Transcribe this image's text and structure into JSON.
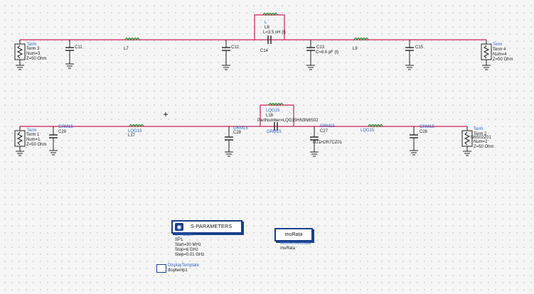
{
  "schematic": {
    "top_row": {
      "term_left": {
        "head": "Term",
        "name": "Term 3",
        "num": "Num=3",
        "z": "Z=50 Ohm"
      },
      "term_right": {
        "head": "Term",
        "name": "Term 4",
        "num": "Num=4",
        "z": "Z=50 Ohm"
      },
      "c11": "C11",
      "l7": "L7",
      "c12": "C12",
      "c14": "C14",
      "c15": "C15",
      "l8": {
        "head": "L",
        "name": "L8",
        "value": "L=3.5 nH {t}"
      },
      "c13": {
        "name": "C13",
        "value": "C=8.6 pF {t}"
      },
      "l9": "L9"
    },
    "bottom_row": {
      "term_left": {
        "head": "Term",
        "name": "Term 1",
        "num": "Num=1",
        "z": "Z=50 Ohm"
      },
      "term_right": {
        "head": "Term",
        "name": "Term 2",
        "num": "Num=2",
        "z": "Z=50 Ohm"
      },
      "c29": {
        "head": "GRM15",
        "name": "C29"
      },
      "l17": {
        "head": "LQG15",
        "name": "L17"
      },
      "c28": {
        "head": "GRM15",
        "name": "C28"
      },
      "l18": {
        "head": "LQG15",
        "name": "L18",
        "part": "PartNumber=LQG15HN3N6S02"
      },
      "grm_mid": "GRM15",
      "c27": {
        "head": "GRM15",
        "name": "C27",
        "part": "GJ1H2R7CZ01"
      },
      "l_right": {
        "head": "LQG15"
      },
      "c26": {
        "head": "GRM15",
        "name": "C26"
      },
      "term2_part": "N6S02Z01"
    },
    "sparams": {
      "title": "S-PARAMETERS",
      "head": "S_Param",
      "name": "SP1",
      "start": "Start=30 MHz",
      "stop": "Stop=6 GHz",
      "step": "Step=0.01 GHz"
    },
    "murata": {
      "label": "muRata",
      "head": "MURATAinclude",
      "name": "muRata"
    },
    "display_template": {
      "head": "DisplayTemplate",
      "name": "disptemp1"
    }
  }
}
